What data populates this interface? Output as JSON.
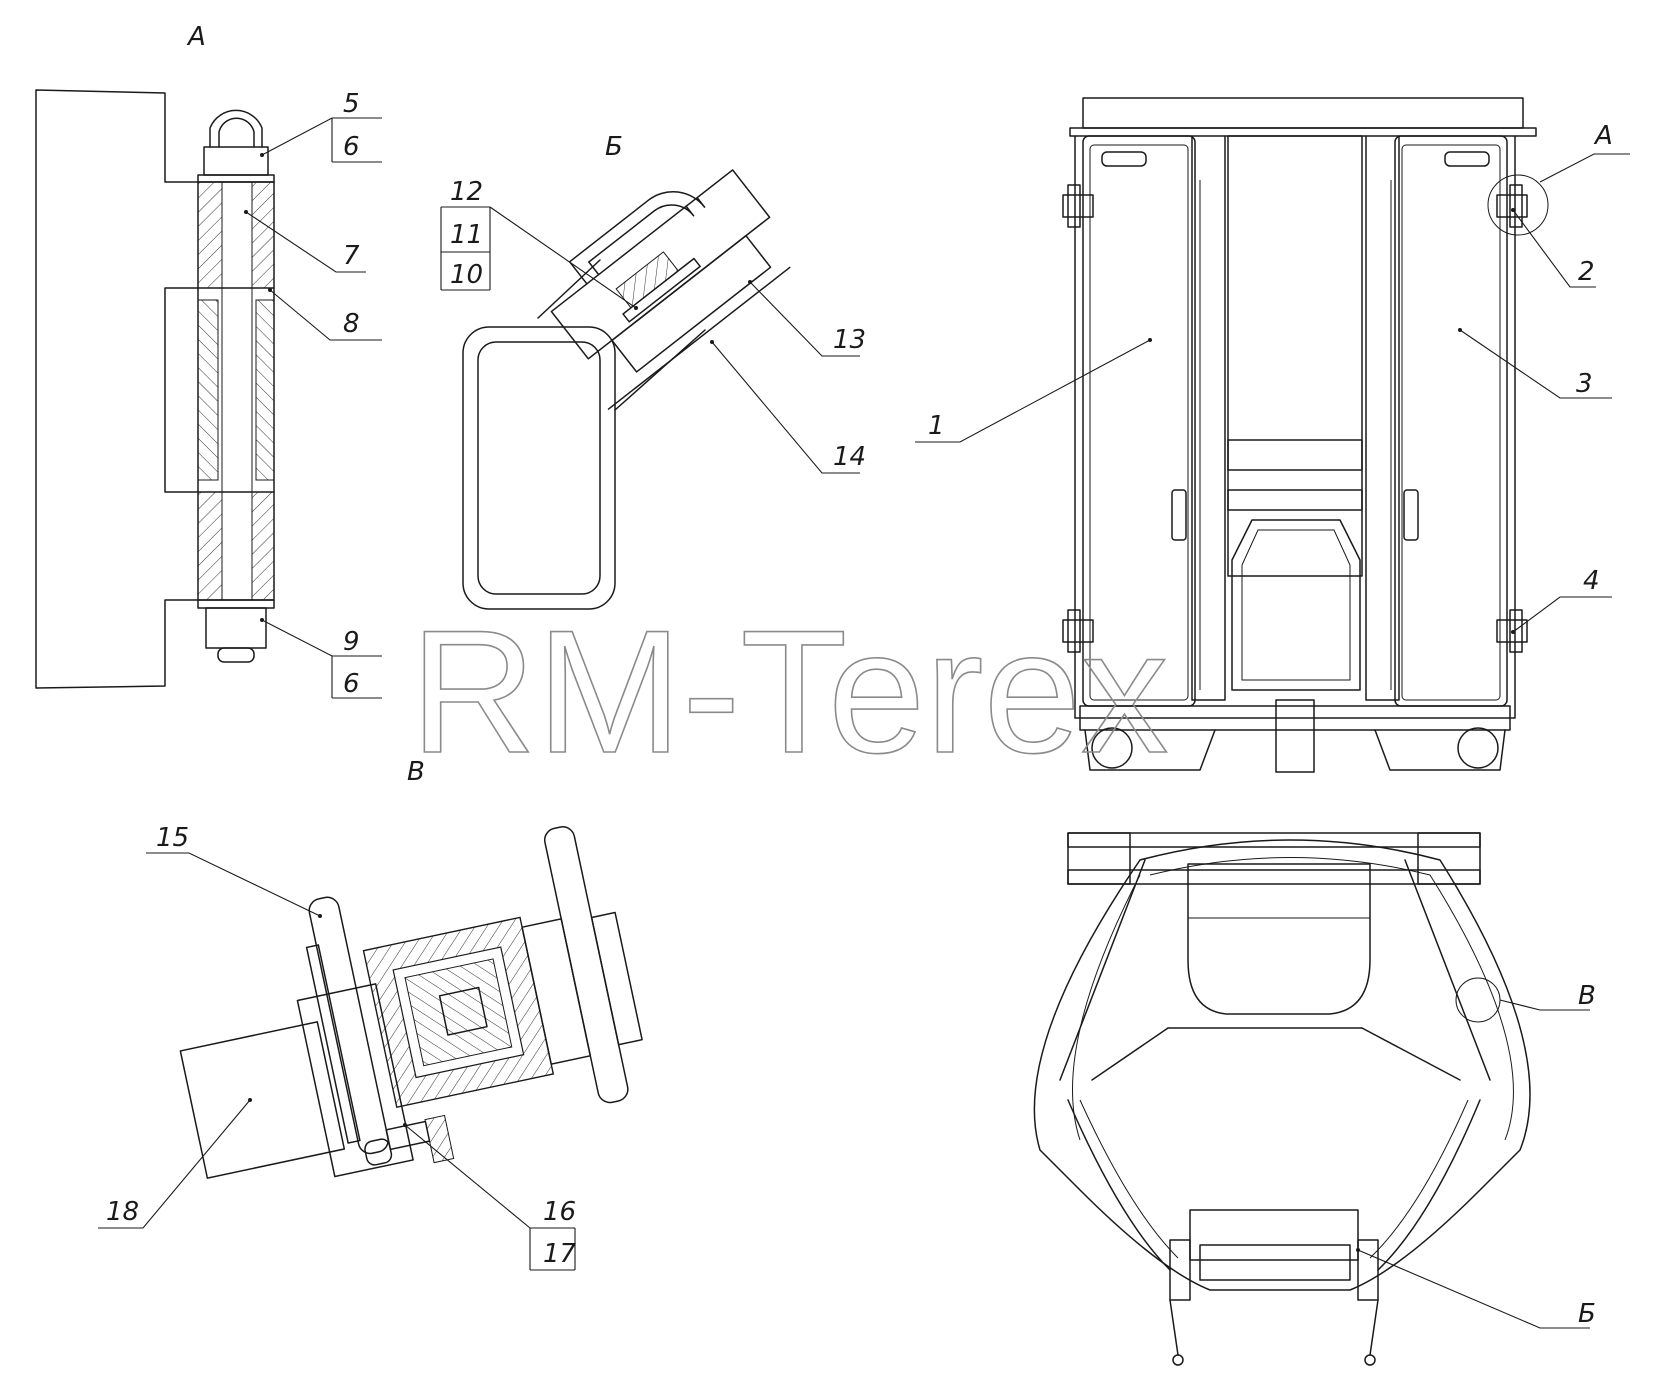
{
  "watermark": "RM-Terex",
  "views": {
    "a": "А",
    "b": "Б",
    "v": "В"
  },
  "callouts": {
    "c1": "1",
    "c2": "2",
    "c3": "3",
    "c4": "4",
    "c5": "5",
    "c6a": "6",
    "c7": "7",
    "c8": "8",
    "c9": "9",
    "c6b": "6",
    "c10": "10",
    "c11": "11",
    "c12": "12",
    "c13": "13",
    "c14": "14",
    "c15": "15",
    "c16": "16",
    "c17": "17",
    "c18": "18",
    "ref_a": "А",
    "ref_b": "Б",
    "ref_v": "В"
  }
}
